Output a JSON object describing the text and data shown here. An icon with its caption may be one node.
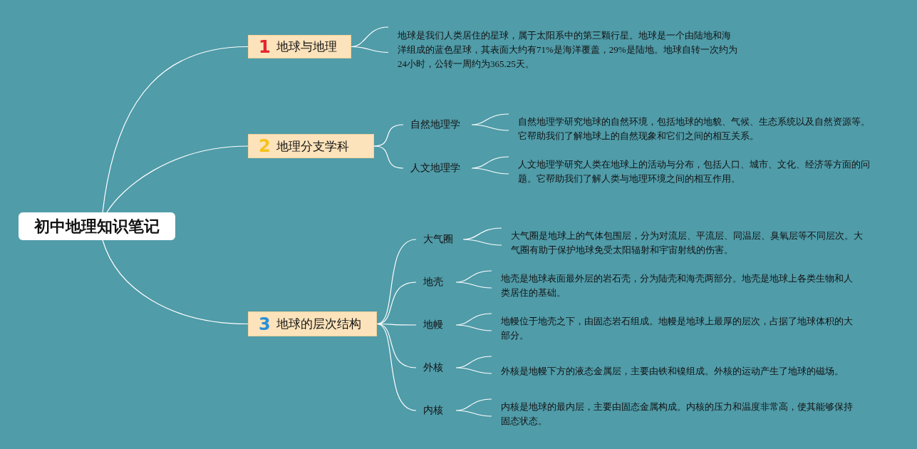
{
  "diagram": {
    "nodes": [
      {
        "text": [
          "初中地理知识笔记"
        ]
      },
      {
        "text": [
          "1",
          "地球与地理"
        ]
      },
      {
        "text": [
          "地球是我们人类居住的星球，属于太阳系中的第三颗行星。地球是一个由陆地和海洋组成的蓝色星球，其表面大约有71%是海洋覆盖，29%是陆地。地球自转一次约为24小时，公转一周约为365.25天。"
        ]
      },
      {
        "text": [
          "2",
          "地理分支学科"
        ]
      },
      {
        "text": [
          "自然地理学"
        ]
      },
      {
        "text": [
          "自然地理学研究地球的自然环境，包括地球的地貌、气候、生态系统以及自然资源等。它帮助我们了解地球上的自然现象和它们之间的相互关系。"
        ]
      },
      {
        "text": [
          "人文地理学"
        ]
      },
      {
        "text": [
          "人文地理学研究人类在地球上的活动与分布，包括人口、城市、文化、经济等方面的问题。它帮助我们了解人类与地理环境之间的相互作用。"
        ]
      },
      {
        "text": [
          "3",
          "地球的层次结构"
        ]
      },
      {
        "text": [
          "大气圈"
        ]
      },
      {
        "text": [
          "大气圈是地球上的气体包围层，分为对流层、平流层、同温层、臭氧层等不同层次。大气圈有助于保护地球免受太阳辐射和宇宙射线的伤害。"
        ]
      },
      {
        "text": [
          "地壳"
        ]
      },
      {
        "text": [
          "地壳是地球表面最外层的岩石壳，分为陆壳和海壳两部分。地壳是地球上各类生物和人类居住的基础。"
        ]
      },
      {
        "text": [
          "地幔"
        ]
      },
      {
        "text": [
          "地幔位于地壳之下，由固态岩石组成。地幔是地球上最厚的层次，占据了地球体积的大部分。"
        ]
      },
      {
        "text": [
          "外核"
        ]
      },
      {
        "text": [
          "外核是地幔下方的液态金属层，主要由铁和镍组成。外核的运动产生了地球的磁场。"
        ]
      },
      {
        "text": [
          "内核"
        ]
      },
      {
        "text": [
          "内核是地球的最内层，主要由固态金属构成。内核的压力和温度非常高，使其能够保持固态状态。"
        ]
      }
    ],
    "edges": [
      {
        "from": 0,
        "to": 1,
        "arrow": "none"
      },
      {
        "from": 1,
        "to": 2,
        "arrow": "none"
      },
      {
        "from": 0,
        "to": 3,
        "arrow": "none"
      },
      {
        "from": 3,
        "to": 4,
        "arrow": "none"
      },
      {
        "from": 4,
        "to": 5,
        "arrow": "none"
      },
      {
        "from": 3,
        "to": 6,
        "arrow": "none"
      },
      {
        "from": 6,
        "to": 7,
        "arrow": "none"
      },
      {
        "from": 0,
        "to": 8,
        "arrow": "none"
      },
      {
        "from": 8,
        "to": 9,
        "arrow": "none"
      },
      {
        "from": 9,
        "to": 10,
        "arrow": "none"
      },
      {
        "from": 8,
        "to": 11,
        "arrow": "none"
      },
      {
        "from": 11,
        "to": 12,
        "arrow": "none"
      },
      {
        "from": 8,
        "to": 13,
        "arrow": "none"
      },
      {
        "from": 13,
        "to": 14,
        "arrow": "none"
      },
      {
        "from": 8,
        "to": 15,
        "arrow": "none"
      },
      {
        "from": 15,
        "to": 16,
        "arrow": "none"
      },
      {
        "from": 8,
        "to": 17,
        "arrow": "none"
      },
      {
        "from": 17,
        "to": 18,
        "arrow": "none"
      }
    ]
  }
}
